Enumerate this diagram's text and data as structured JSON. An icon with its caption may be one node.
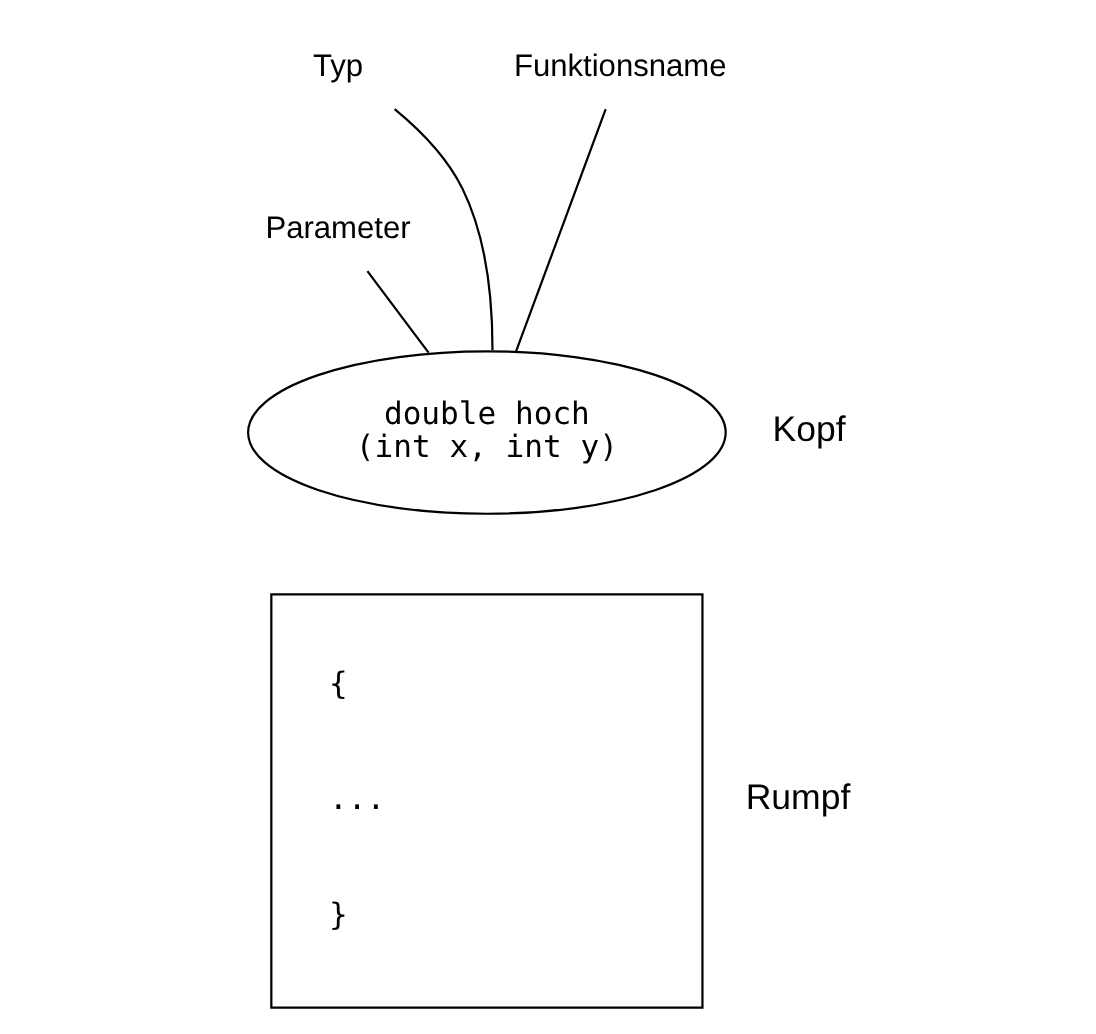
{
  "diagram": {
    "nodes": [
      {
        "text": [
          "Funktionsname"
        ]
      },
      {
        "text": [
          "Typ"
        ]
      },
      {
        "text": [
          "Parameter"
        ]
      },
      {
        "text": [
          "double hoch (int x, int y)"
        ],
        "beside": [
          "Kopf"
        ]
      },
      {
        "text": [
          "{",
          "...",
          "}"
        ],
        "beside": [
          "Rumpf"
        ]
      }
    ],
    "edges": [
      {
        "from": 0,
        "to": 3,
        "arrow": "none"
      },
      {
        "from": 1,
        "to": 3,
        "arrow": "none"
      },
      {
        "from": 2,
        "to": 3,
        "arrow": "none"
      }
    ]
  }
}
